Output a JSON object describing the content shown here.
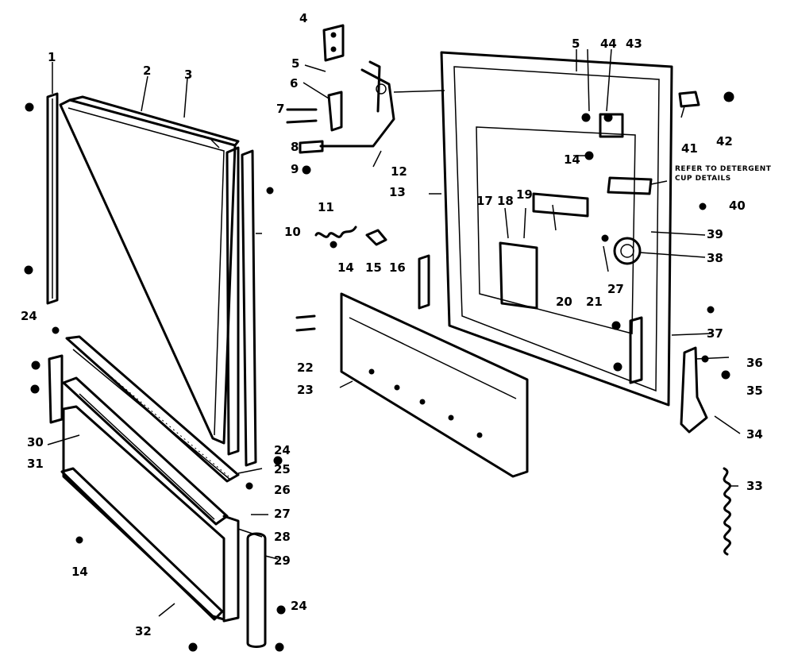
{
  "labels": {
    "p1": "1",
    "p2": "2",
    "p3": "3",
    "p4": "4",
    "p5a": "5",
    "p5b": "5",
    "p6": "6",
    "p7": "7",
    "p8": "8",
    "p9": "9",
    "p10": "10",
    "p11": "11",
    "p12": "12",
    "p13": "13",
    "p14a": "14",
    "p14b": "14",
    "p14c": "14",
    "p15": "15",
    "p16": "16",
    "p17": "17",
    "p18": "18",
    "p19": "19",
    "p20": "20",
    "p21": "21",
    "p22": "22",
    "p23": "23",
    "p24a": "24",
    "p24b": "24",
    "p24c": "24",
    "p25": "25",
    "p26": "26",
    "p27a": "27",
    "p27b": "27",
    "p28": "28",
    "p29": "29",
    "p30": "30",
    "p31": "31",
    "p32": "32",
    "p33": "33",
    "p34": "34",
    "p35": "35",
    "p36": "36",
    "p37": "37",
    "p38": "38",
    "p39": "39",
    "p40": "40",
    "p41": "41",
    "p42": "42",
    "p43": "43",
    "p44": "44"
  },
  "note": {
    "line1": "REFER TO DETERGENT",
    "line2": "CUP DETAILS"
  }
}
